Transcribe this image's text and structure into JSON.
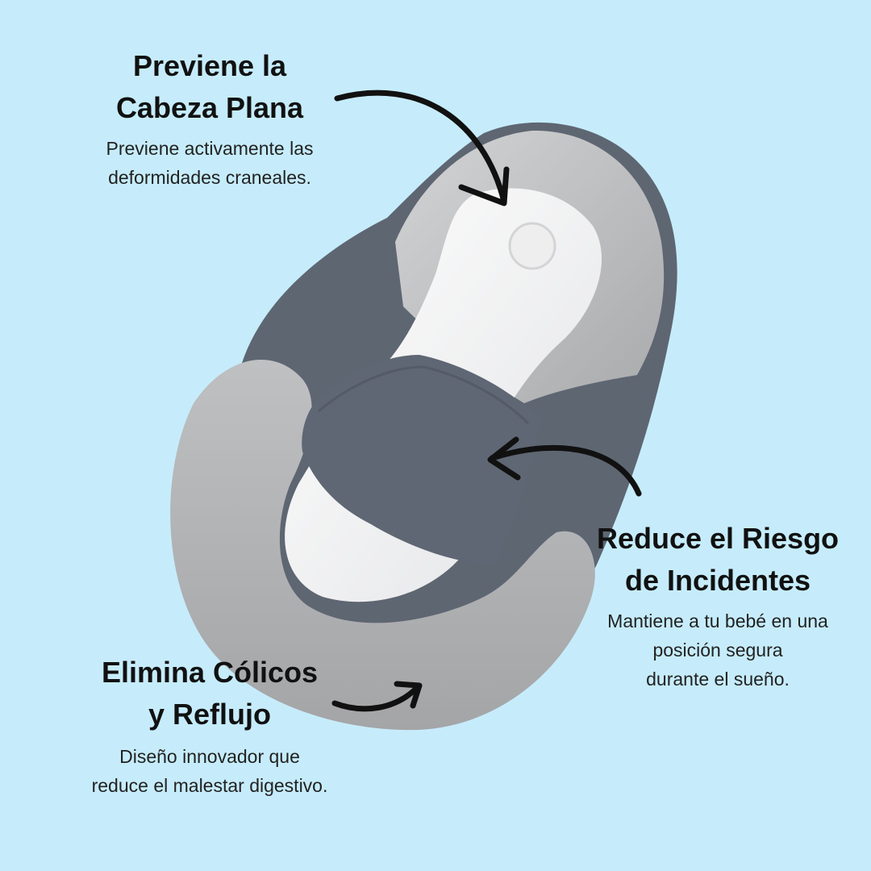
{
  "features": [
    {
      "id": "flat-head",
      "title_lines": [
        "Previene la",
        "Cabeza Plana"
      ],
      "desc_lines": [
        "Previene activamente las",
        "deformidades craneales."
      ]
    },
    {
      "id": "reduce-risk",
      "title_lines": [
        "Reduce el Riesgo",
        "de Incidentes"
      ],
      "desc_lines": [
        "Mantiene a tu bebé en una",
        "posición segura",
        "durante el sueño."
      ]
    },
    {
      "id": "colic",
      "title_lines": [
        "Elimina Cólicos",
        "y Reflujo"
      ],
      "desc_lines": [
        "Diseño innovador que",
        "reduce el malestar digestivo."
      ]
    }
  ],
  "colors": {
    "background": "#c6ecfb",
    "cushion_outer": "#5e6672",
    "cushion_light": "#c9cacc",
    "bolster": "#b3b4b6",
    "mattress": "#f4f4f4",
    "arrow": "#111111"
  },
  "icons": {
    "product": "baby-positioner-pillow-illustration",
    "arrow": "curved-arrow-icon"
  }
}
